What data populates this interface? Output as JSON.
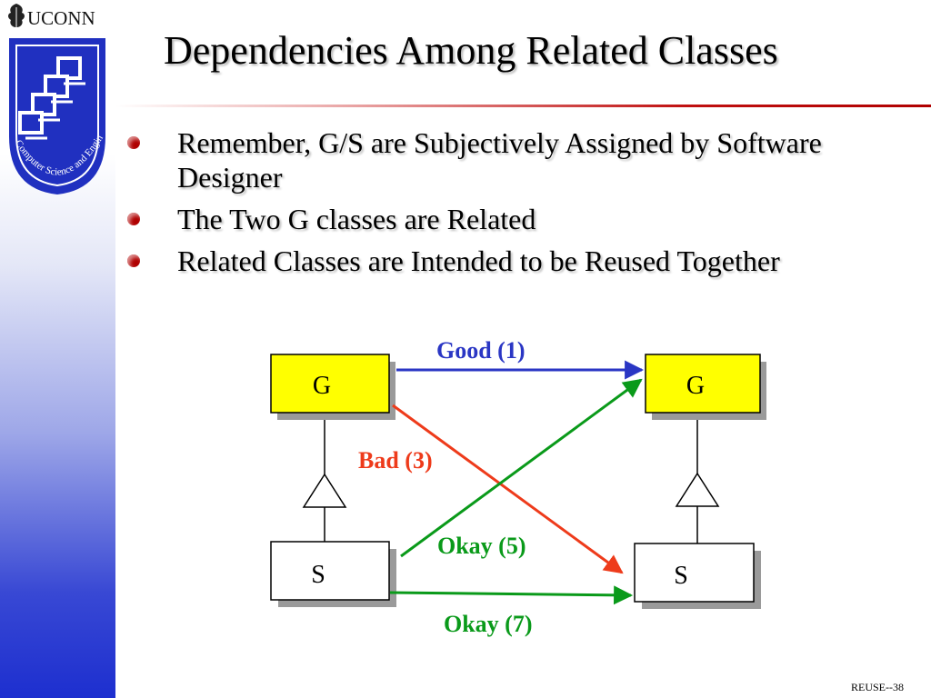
{
  "logo": {
    "wordmark": "UCONN",
    "seal_text": "Computer Science and Engineering"
  },
  "title": "Dependencies Among Related Classes",
  "bullets": [
    "Remember, G/S are Subjectively Assigned by Software Designer",
    "The Two G classes are Related",
    "Related Classes are Intended to be Reused Together"
  ],
  "diagram": {
    "boxes": {
      "g_left": "G",
      "g_right": "G",
      "s_left": "S",
      "s_right": "S"
    },
    "arrows": {
      "good": {
        "label": "Good (1)",
        "color": "#2a36c4"
      },
      "bad": {
        "label": "Bad (3)",
        "color": "#ee3b1b"
      },
      "okay5": {
        "label": "Okay (5)",
        "color": "#0a9a1a"
      },
      "okay7": {
        "label": "Okay (7)",
        "color": "#0a9a1a"
      }
    },
    "box_fill_g": "#ffff00",
    "box_fill_s": "#ffffff"
  },
  "footer": "REUSE--38"
}
